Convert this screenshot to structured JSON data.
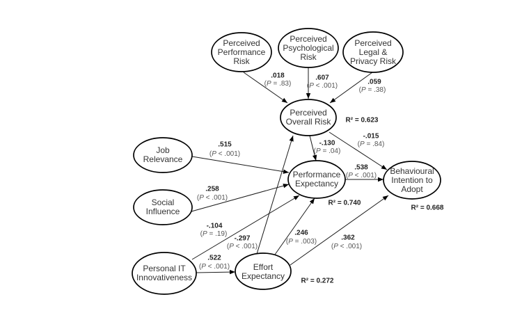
{
  "figure": {
    "nodes": {
      "perceived_performance_risk": {
        "lines": [
          "Perceived",
          "Performance",
          "Risk"
        ]
      },
      "perceived_psychological_risk": {
        "lines": [
          "Perceived",
          "Psychological",
          "Risk"
        ]
      },
      "perceived_legal_privacy_risk": {
        "lines": [
          "Perceived",
          "Legal &",
          "Privacy Risk"
        ]
      },
      "perceived_overall_risk": {
        "lines": [
          "Perceived",
          "Overall Risk"
        ]
      },
      "job_relevance": {
        "lines": [
          "Job",
          "Relevance"
        ]
      },
      "social_influence": {
        "lines": [
          "Social",
          "Influence"
        ]
      },
      "performance_expectancy": {
        "lines": [
          "Performance",
          "Expectancy"
        ]
      },
      "behavioural_intention": {
        "lines": [
          "Behavioural",
          "Intention to",
          "Adopt"
        ]
      },
      "personal_it_innovativeness": {
        "lines": [
          "Personal IT",
          "Innovativeness"
        ]
      },
      "effort_expectancy": {
        "lines": [
          "Effort",
          "Expectancy"
        ]
      }
    },
    "paths": {
      "perf_risk_to_overall_risk": {
        "from": "perceived_performance_risk",
        "to": "perceived_overall_risk",
        "coef": ".018",
        "p": "(P = .83)"
      },
      "psych_risk_to_overall_risk": {
        "from": "perceived_psychological_risk",
        "to": "perceived_overall_risk",
        "coef": ".607",
        "p": "(P < .001)"
      },
      "legal_privacy_risk_to_overall_risk": {
        "from": "perceived_legal_privacy_risk",
        "to": "perceived_overall_risk",
        "coef": ".059",
        "p": "(P = .38)"
      },
      "overall_risk_to_performance_expectancy": {
        "from": "perceived_overall_risk",
        "to": "performance_expectancy",
        "coef": "-.130",
        "p": "(P = .04)"
      },
      "overall_risk_to_behavioural_intention": {
        "from": "perceived_overall_risk",
        "to": "behavioural_intention",
        "coef": "-.015",
        "p": "(P = .84)"
      },
      "job_relevance_to_performance_expectancy": {
        "from": "job_relevance",
        "to": "performance_expectancy",
        "coef": ".515",
        "p": "(P < .001)"
      },
      "social_influence_to_performance_expectancy": {
        "from": "social_influence",
        "to": "performance_expectancy",
        "coef": ".258",
        "p": "(P < .001)"
      },
      "innovativeness_to_performance_expectancy": {
        "from": "personal_it_innovativeness",
        "to": "performance_expectancy",
        "coef": "-.104",
        "p": "(P = .19)"
      },
      "effort_expectancy_to_overall_risk": {
        "from": "effort_expectancy",
        "to": "perceived_overall_risk",
        "coef": "-.297",
        "p": "(P < .001)"
      },
      "innovativeness_to_effort_expectancy": {
        "from": "personal_it_innovativeness",
        "to": "effort_expectancy",
        "coef": ".522",
        "p": "(P < .001)"
      },
      "effort_expectancy_to_performance_expectancy": {
        "from": "effort_expectancy",
        "to": "performance_expectancy",
        "coef": ".246",
        "p": "(P = .003)"
      },
      "performance_expectancy_to_behavioural_intention": {
        "from": "performance_expectancy",
        "to": "behavioural_intention",
        "coef": ".538",
        "p": "(P < .001)"
      },
      "effort_expectancy_to_behavioural_intention": {
        "from": "effort_expectancy",
        "to": "behavioural_intention",
        "coef": ".362",
        "p": "(P < .001)"
      }
    },
    "r_squared": {
      "perceived_overall_risk": "R² = 0.623",
      "performance_expectancy": "R² = 0.740",
      "behavioural_intention": "R² = 0.668",
      "effort_expectancy": "R² = 0.272"
    }
  }
}
